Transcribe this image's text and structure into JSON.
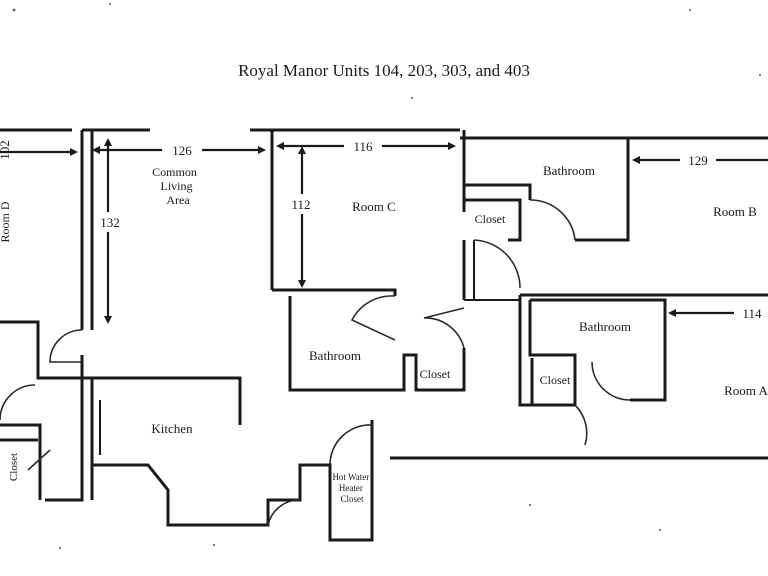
{
  "title": "Royal Manor Units 104, 203, 303, and 403",
  "rooms": {
    "room_d": "Room D",
    "common": [
      "Common",
      "Living",
      "Area"
    ],
    "room_c": "Room C",
    "room_b": "Room B",
    "room_a": "Room A",
    "bath_top": "Bathroom",
    "bath_c": "Bathroom",
    "bath_a": "Bathroom",
    "closet_center": "Closet",
    "closet_c": "Closet",
    "closet_a": "Closet",
    "closet_left": "Closet",
    "kitchen": "Kitchen",
    "hot_water": [
      "Hot Water",
      "Heater",
      "Closet"
    ]
  },
  "dimensions": {
    "d102": "102",
    "d126": "126",
    "d132": "132",
    "d116": "116",
    "d112": "112",
    "d129": "129",
    "d114": "114"
  }
}
